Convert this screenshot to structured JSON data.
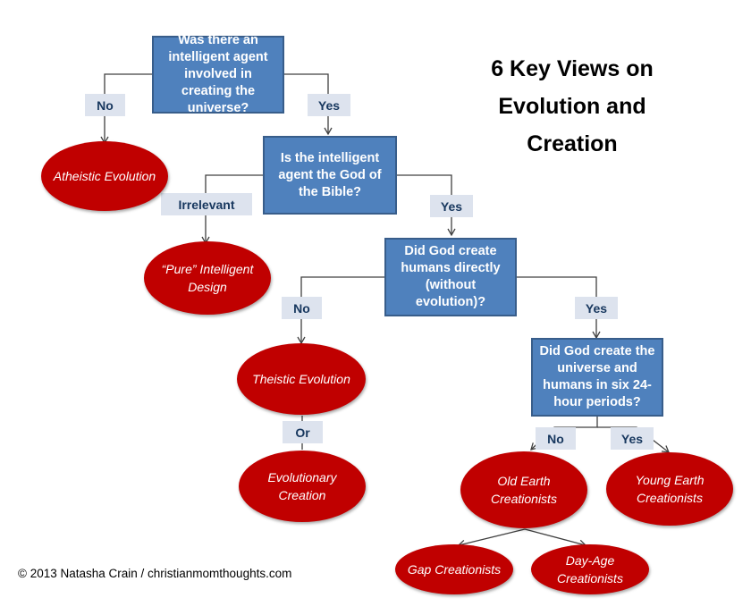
{
  "title": "6 Key Views on Evolution and Creation",
  "questions": {
    "q1": "Was there an intelligent agent involved in creating the universe?",
    "q2": "Is the intelligent agent the God of the Bible?",
    "q3": "Did God create humans directly (without evolution)?",
    "q4": "Did God create the universe and humans in six 24-hour periods?"
  },
  "answers": {
    "a1_no": "No",
    "a1_yes": "Yes",
    "a2_irrelevant": "Irrelevant",
    "a2_yes": "Yes",
    "a3_no": "No",
    "a3_yes": "Yes",
    "a4_no": "No",
    "a4_yes": "Yes",
    "or": "Or"
  },
  "views": {
    "atheistic": "Atheistic Evolution",
    "pure_id": "“Pure” Intelligent Design",
    "theistic": "Theistic Evolution",
    "evolutionary": "Evolutionary Creation",
    "old_earth": "Old Earth Creationists",
    "young_earth": "Young Earth Creationists",
    "gap": "Gap Creationists",
    "day_age": "Day-Age Creationists"
  },
  "copyright": "© 2013 Natasha Crain /  christianmomthoughts.com",
  "colors": {
    "question_fill": "#4f81bd",
    "question_border": "#385d8a",
    "answer_fill": "#dde3ee",
    "answer_text": "#17375e",
    "view_fill": "#c00000",
    "connector": "#404040"
  }
}
